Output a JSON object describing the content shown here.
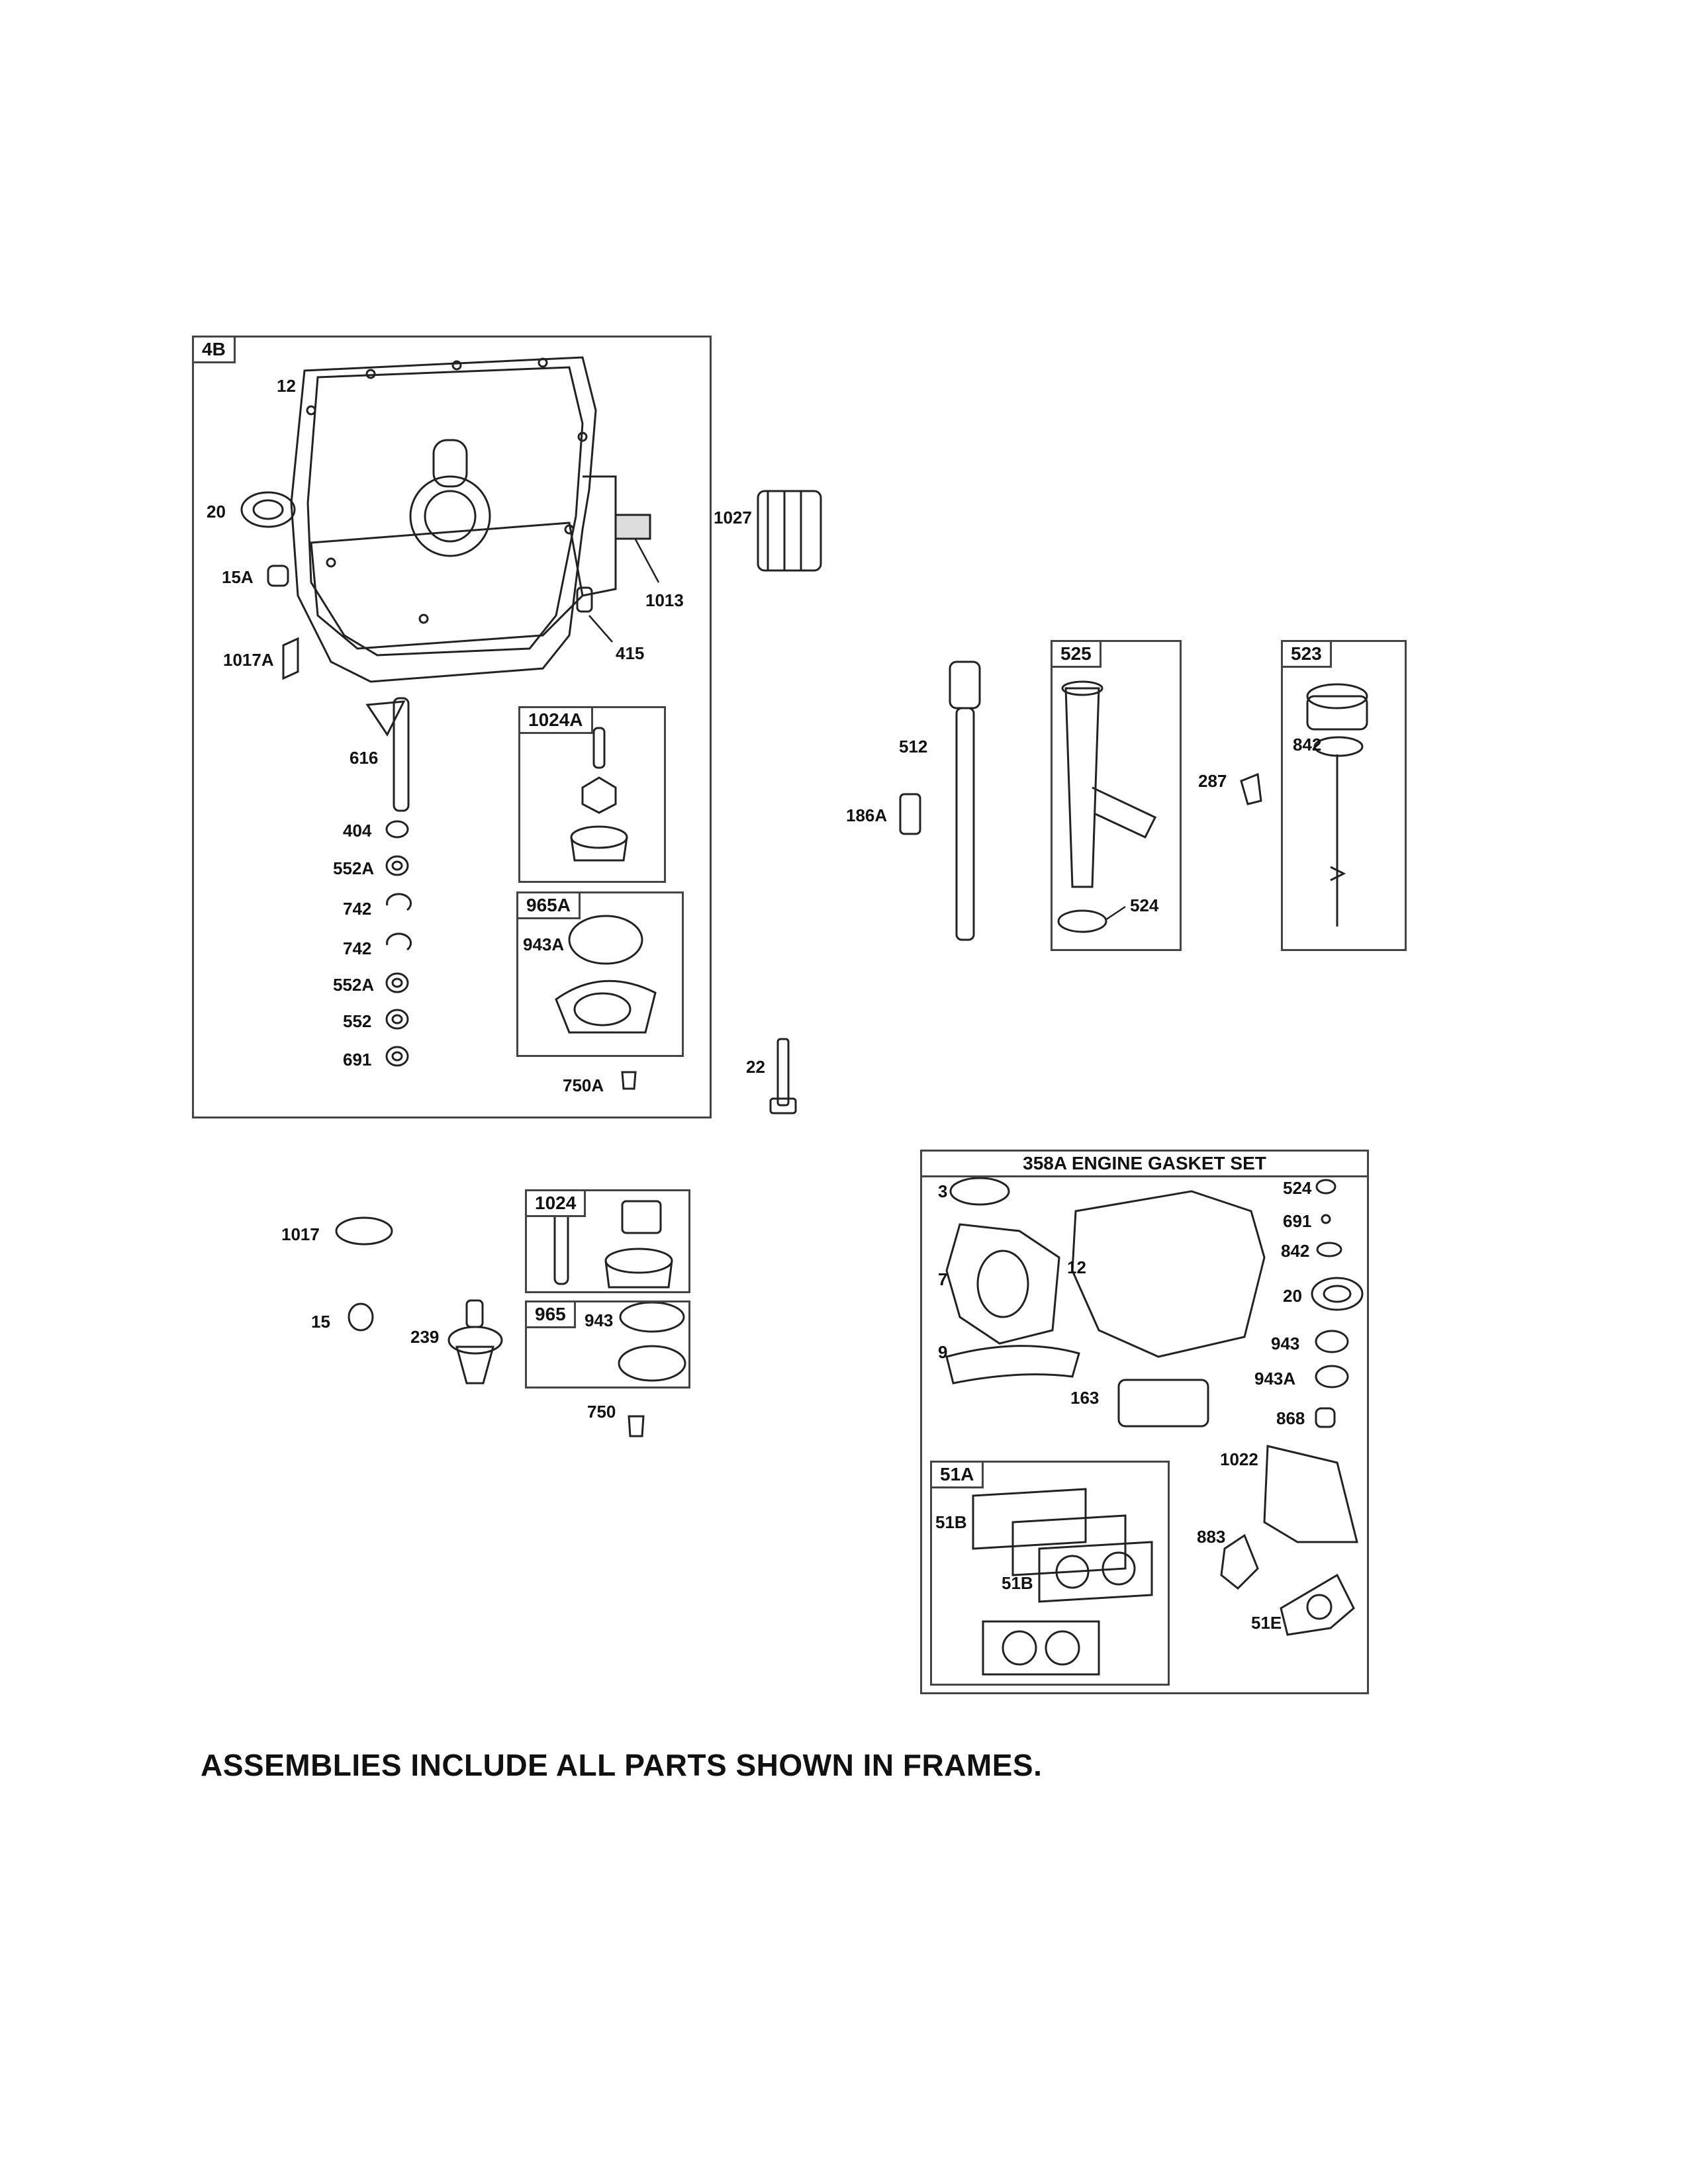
{
  "frames": {
    "f4b": "4B",
    "f1024a": "1024A",
    "f965a": "965A",
    "f525": "525",
    "f523": "523",
    "f1024": "1024",
    "f965": "965",
    "f358a": "358A ENGINE GASKET SET",
    "f51a": "51A"
  },
  "labels": {
    "p12": "12",
    "p20": "20",
    "p15a": "15A",
    "p1017a": "1017A",
    "p1027": "1027",
    "p1013": "1013",
    "p415": "415",
    "p616": "616",
    "p404": "404",
    "p552a_1": "552A",
    "p742_1": "742",
    "p742_2": "742",
    "p552a_2": "552A",
    "p552": "552",
    "p691": "691",
    "p943a": "943A",
    "p750a": "750A",
    "p22": "22",
    "p512": "512",
    "p186a": "186A",
    "p524": "524",
    "p287": "287",
    "p842": "842",
    "p1017": "1017",
    "p15": "15",
    "p239": "239",
    "p943": "943",
    "p750": "750",
    "g3": "3",
    "g7": "7",
    "g12": "12",
    "g9": "9",
    "g163": "163",
    "g524": "524",
    "g691": "691",
    "g842": "842",
    "g20": "20",
    "g943": "943",
    "g943a": "943A",
    "g868": "868",
    "g1022": "1022",
    "g883": "883",
    "g51e": "51E",
    "g51b_1": "51B",
    "g51b_2": "51B"
  },
  "footer": "ASSEMBLIES INCLUDE ALL PARTS SHOWN IN FRAMES."
}
